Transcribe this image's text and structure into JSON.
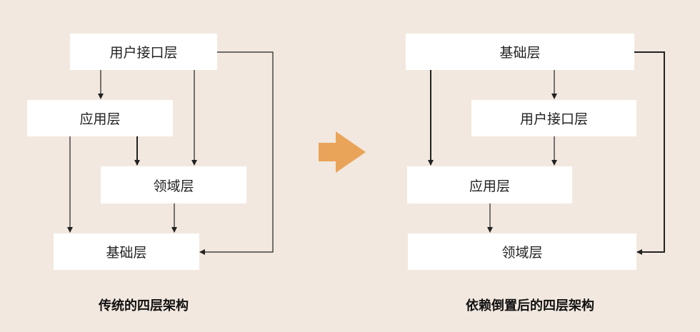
{
  "left_diagram": {
    "title": "传统的四层架构",
    "layers": {
      "user_interface": "用户接口层",
      "application": "应用层",
      "domain": "领域层",
      "infrastructure": "基础层"
    }
  },
  "transition_arrow": {
    "icon": "arrow-right-icon",
    "color": "#e9a45a"
  },
  "right_diagram": {
    "title": "依赖倒置后的四层架构",
    "layers": {
      "infrastructure": "基础层",
      "user_interface": "用户接口层",
      "application": "应用层",
      "domain": "领域层"
    }
  },
  "colors": {
    "background": "#f2e8df",
    "box": "#ffffff",
    "line": "#222222"
  }
}
